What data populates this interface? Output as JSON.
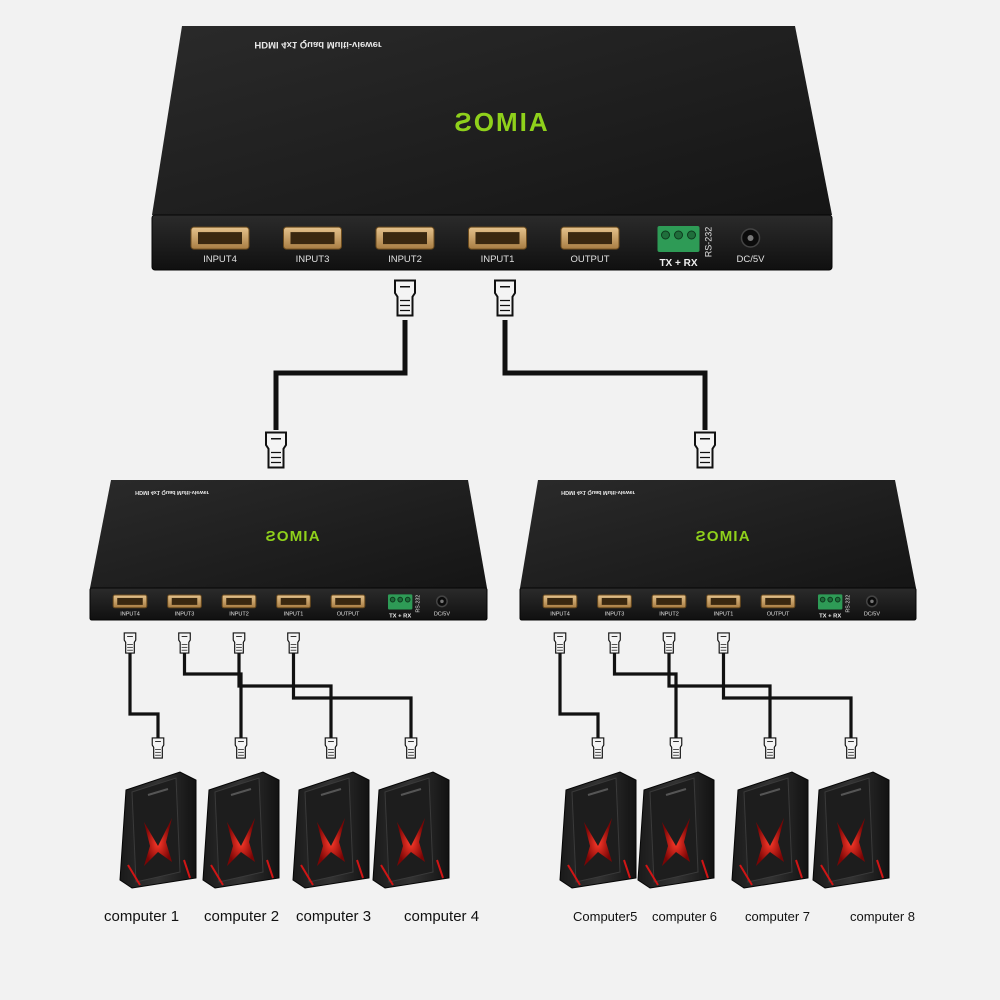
{
  "devices": {
    "main": {
      "model": "HDMI 4x1 Quad Multi-viewer",
      "brand": "AIMOS",
      "ports": [
        "INPUT4",
        "INPUT3",
        "INPUT2",
        "INPUT1",
        "OUTPUT"
      ],
      "serial_terminal": "TX + RX",
      "serial_label": "RS-232",
      "power_label": "DC/5V"
    },
    "left": {
      "model": "HDMI 4x1 Quad Multi-viewer",
      "brand": "AIMOS",
      "ports": [
        "INPUT4",
        "INPUT3",
        "INPUT2",
        "INPUT1",
        "OUTPUT"
      ],
      "serial_terminal": "TX + RX",
      "serial_label": "RS-232",
      "power_label": "DC/5V"
    },
    "right": {
      "model": "HDMI 4x1 Quad Multi-viewer",
      "brand": "AIMOS",
      "ports": [
        "INPUT4",
        "INPUT3",
        "INPUT2",
        "INPUT1",
        "OUTPUT"
      ],
      "serial_terminal": "TX + RX",
      "serial_label": "RS-232",
      "power_label": "DC/5V"
    }
  },
  "computers": [
    "computer 1",
    "computer 2",
    "computer 3",
    "computer 4",
    "Computer5",
    "computer 6",
    "computer 7",
    "computer 8"
  ],
  "colors": {
    "background": "#f2f2f2",
    "device_body": "#1c1c1c",
    "brand_accent": "#8fd11b",
    "hdmi_port": "#c9a26a",
    "terminal_block": "#2e9b56",
    "cable": "#111111",
    "case_glow": "#e01818"
  },
  "icons": [
    "hdmi-plug-icon",
    "pc-tower-icon",
    "terminal-block-icon",
    "dc-jack-icon"
  ]
}
